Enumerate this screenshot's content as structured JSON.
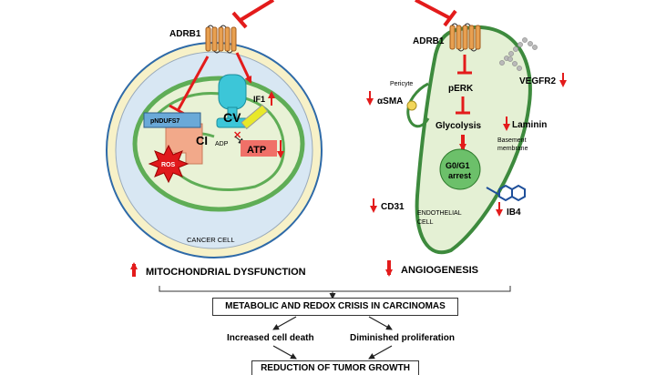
{
  "cancer_cell": {
    "adrb1_label": "ADRB1",
    "pndufs7_label": "pNDUFS7",
    "ci_label": "CI",
    "ros_label": "ROS",
    "adp_label": "ADP",
    "cv_label": "CV",
    "if1_label": "IF1",
    "atp_label": "ATP",
    "cell_label": "CANCER CELL",
    "summary_label": "MITOCHONDRIAL DYSFUNCTION"
  },
  "endothelial_cell": {
    "adrb1_label": "ADRB1",
    "vegfr2_label": "VEGFR2",
    "pericyte_label": "Pericyte",
    "asma_label": "αSMA",
    "perk_label": "pERK",
    "glycolysis_label": "Glycolysis",
    "laminin_label": "Laminin",
    "basement_line1": "Basement",
    "basement_line2": "membrane",
    "arrest_line1": "G0/G1",
    "arrest_line2": "arrest",
    "cd31_label": "CD31",
    "cell_line1": "ENDOTHELIAL",
    "cell_line2": "CELL",
    "ib4_label": "IB4",
    "summary_label": "ANGIOGENESIS"
  },
  "flow": {
    "crisis_label": "METABOLIC AND REDOX CRISIS IN CARCINOMAS",
    "death_label": "Increased cell death",
    "proliferation_label": "Diminished proliferation",
    "result_label": "REDUCTION OF TUMOR GROWTH"
  },
  "colors": {
    "arrow_red": "#e31b1b",
    "cell_fill": "#d8e7f3",
    "cell_ring": "#f7f1c8",
    "mito_fill": "#e9f2d6",
    "mito_stroke": "#5fad56",
    "cv_fill": "#3cc6d8",
    "complex_fill": "#f2a98a",
    "pndufs7_fill": "#6aa9d8",
    "atp_fill": "#f07068",
    "ros_fill": "#e0191c",
    "if1_fill": "#e8e82a",
    "endo_fill": "#e4f0d4",
    "endo_stroke": "#3d8a3d",
    "nucleus_fill": "#6cc06a"
  }
}
